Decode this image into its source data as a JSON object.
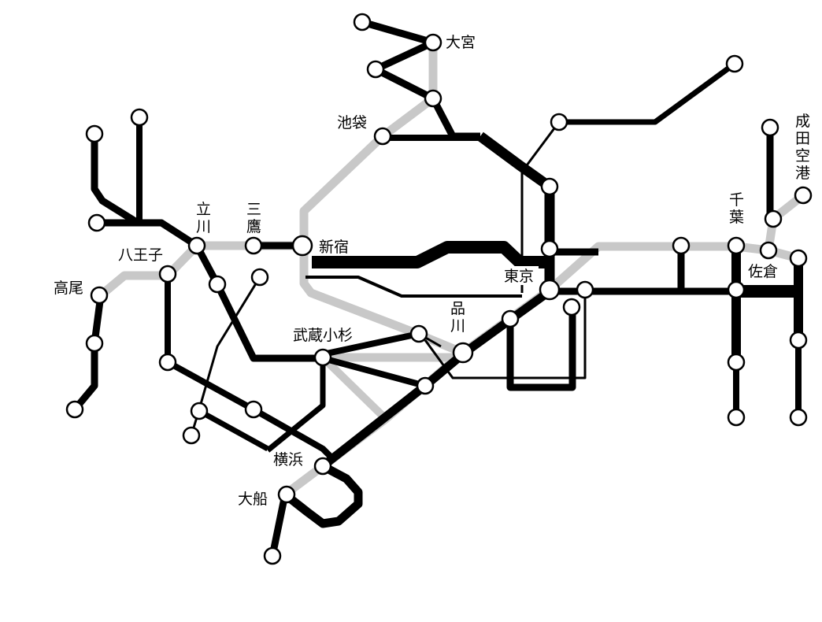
{
  "colors": {
    "line_primary": "#000000",
    "line_secondary": "#c8c8c8",
    "station_fill": "#ffffff",
    "background": "#ffffff"
  },
  "stations": {
    "omiya": "大宮",
    "ikebukuro": "池袋",
    "tachikawa_1": "立",
    "tachikawa_2": "川",
    "mitaka_1": "三",
    "mitaka_2": "鷹",
    "shinjuku": "新宿",
    "hachioji": "八王子",
    "takao": "高尾",
    "tokyo": "東京",
    "shinagawa_1": "品",
    "shinagawa_2": "川",
    "musashikosugi": "武蔵小杉",
    "yokohama": "横浜",
    "ofuna": "大船",
    "chiba_1": "千",
    "chiba_2": "葉",
    "sakura": "佐倉",
    "narita_airport_1": "成",
    "narita_airport_2": "田",
    "narita_airport_3": "空",
    "narita_airport_4": "港"
  }
}
